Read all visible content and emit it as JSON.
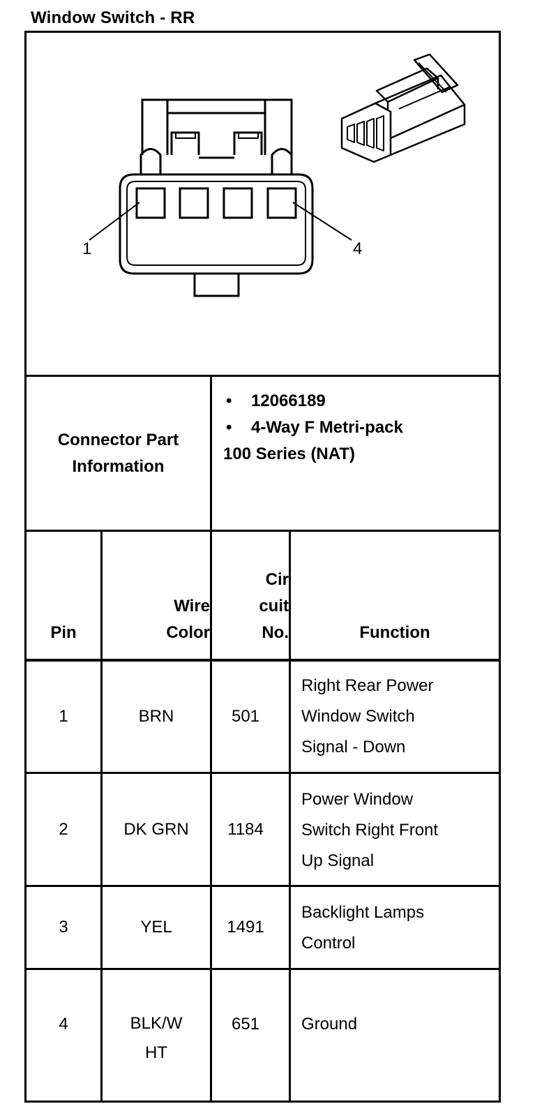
{
  "title": "Window Switch - RR",
  "diagram": {
    "pin_labels": [
      "1",
      "4"
    ]
  },
  "connector": {
    "label_line1": "Connector Part",
    "label_line2": "Information",
    "bullets": [
      "12066189",
      "4-Way F Metri-pack"
    ],
    "continuation": "100 Series (NAT)",
    "bullet_glyph": "•"
  },
  "table": {
    "headers": {
      "pin": "Pin",
      "wire_color_1": "Wire",
      "wire_color_2": "Color",
      "circuit_1": "Cir",
      "circuit_2": "cuit",
      "circuit_3": "No.",
      "function": "Function"
    },
    "rows": [
      {
        "pin": "1",
        "wire_color": [
          "BRN"
        ],
        "circuit": "501",
        "function": [
          "Right Rear Power",
          "Window Switch",
          "Signal - Down"
        ]
      },
      {
        "pin": "2",
        "wire_color": [
          "DK GRN"
        ],
        "circuit": "1184",
        "function": [
          "Power Window",
          "Switch Right Front",
          "Up Signal"
        ]
      },
      {
        "pin": "3",
        "wire_color": [
          "YEL"
        ],
        "circuit": "1491",
        "function": [
          "Backlight Lamps",
          "Control"
        ]
      },
      {
        "pin": "4",
        "wire_color": [
          "BLK/W",
          "HT"
        ],
        "circuit": "651",
        "function": [
          "Ground"
        ]
      }
    ]
  }
}
